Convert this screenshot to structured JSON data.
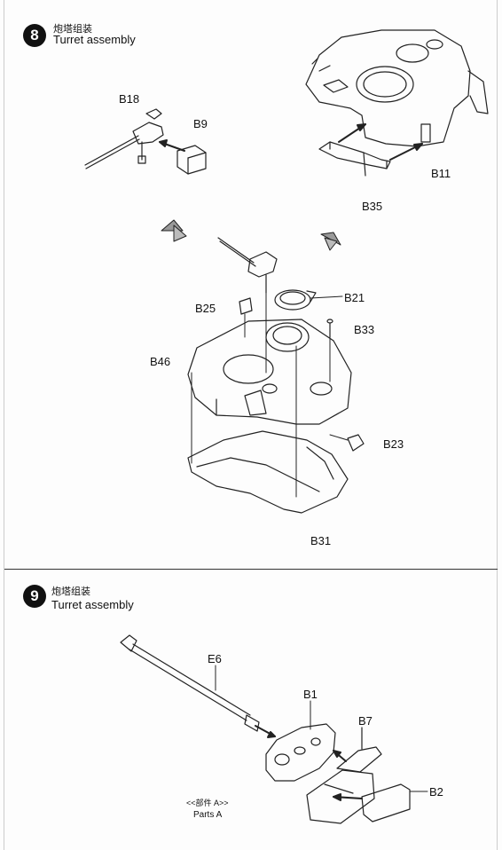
{
  "step8": {
    "number": "8",
    "title_cn": "炮塔组装",
    "title_en": "Turret assembly",
    "parts": {
      "b18": "B18",
      "b9": "B9",
      "b11": "B11",
      "b35": "B35",
      "b21": "B21",
      "b25": "B25",
      "b33": "B33",
      "b46": "B46",
      "b23": "B23",
      "b31": "B31"
    }
  },
  "step9": {
    "number": "9",
    "title_cn": "炮塔组装",
    "title_en": "Turret assembly",
    "parts": {
      "e6": "E6",
      "b1": "B1",
      "b7": "B7",
      "b2": "B2"
    },
    "note_cn": "<<部件 A>>",
    "note_en": "Parts A"
  }
}
